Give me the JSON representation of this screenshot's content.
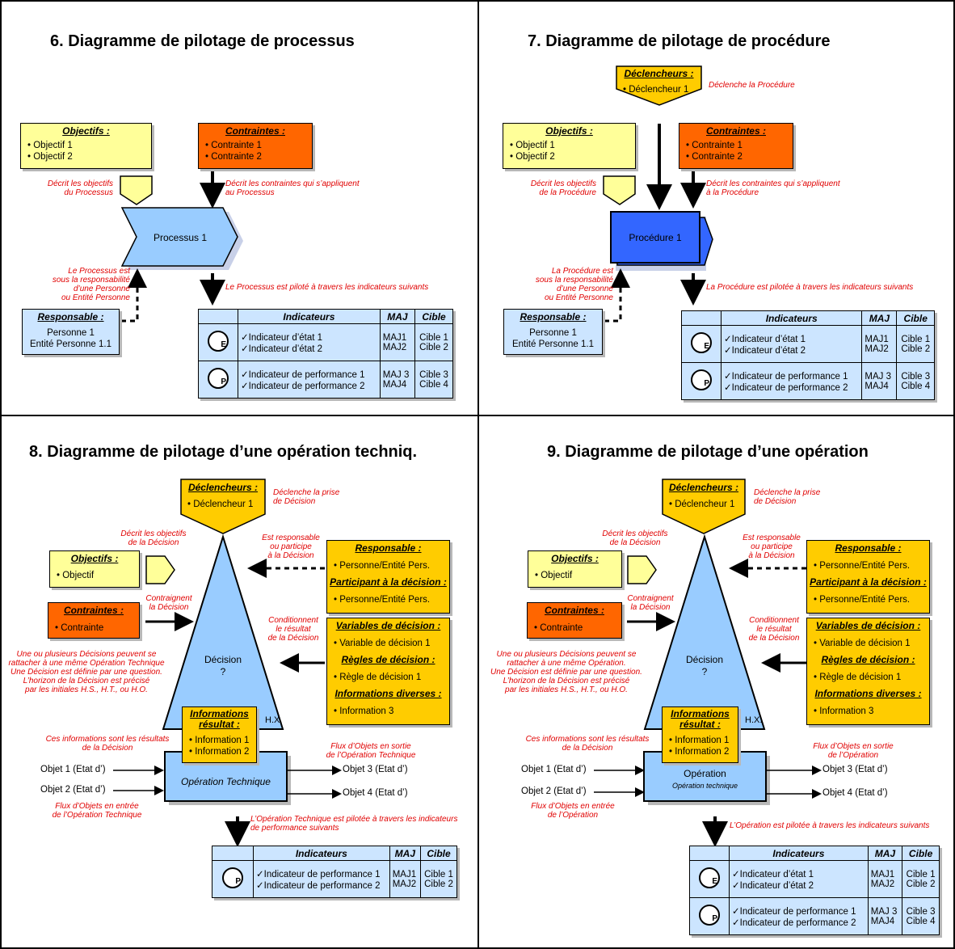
{
  "colors": {
    "yellow": "#ffff99",
    "orange": "#ff6600",
    "gold": "#ffcc00",
    "light_blue": "#cce5ff",
    "dark_blue": "#3366ff",
    "red_text": "#e00000"
  },
  "p6": {
    "title": "6. Diagramme de pilotage de processus",
    "objectifs": {
      "head": "Objectifs :",
      "items": [
        "Objectif 1",
        "Objectif 2"
      ]
    },
    "contraintes": {
      "head": "Contraintes :",
      "items": [
        "Contrainte 1",
        "Contrainte 2"
      ]
    },
    "ann_obj": "Décrit les objectifs\ndu Processus",
    "ann_con": "Décrit les contraintes qui s’appliquent\nau Processus",
    "process": "Processus 1",
    "ann_resp": "Le Processus est\nsous la responsabilité\nd’une Personne\nou Entité Personne",
    "ann_ind": "Le Processus est piloté à travers les indicateurs suivants",
    "responsable": {
      "head": "Responsable :",
      "lines": [
        "Personne 1",
        "Entité Personne 1.1"
      ]
    },
    "table": {
      "h_ind": "Indicateurs",
      "h_maj": "MAJ",
      "h_cible": "Cible",
      "etat": [
        "Indicateur d’état 1",
        "Indicateur d’état 2"
      ],
      "etat_maj": [
        "MAJ1",
        "MAJ2"
      ],
      "etat_cible": [
        "Cible 1",
        "Cible 2"
      ],
      "perf": [
        "Indicateur de performance 1",
        "Indicateur de performance 2"
      ],
      "perf_maj": [
        "MAJ 3",
        "MAJ4"
      ],
      "perf_cible": [
        "Cible 3",
        "Cible 4"
      ],
      "g_e": "E",
      "g_p": "P"
    }
  },
  "p7": {
    "title": "7. Diagramme de pilotage de procédure",
    "declencheurs": {
      "head": "Déclencheurs :",
      "items": [
        "Déclencheur 1"
      ]
    },
    "ann_decl": "Déclenche la Procédure",
    "objectifs": {
      "head": "Objectifs :",
      "items": [
        "Objectif 1",
        "Objectif 2"
      ]
    },
    "contraintes": {
      "head": "Contraintes :",
      "items": [
        "Contrainte 1",
        "Contrainte 2"
      ]
    },
    "ann_obj": "Décrit les objectifs\nde la Procédure",
    "ann_con": "Décrit les contraintes qui s’appliquent\nà la Procédure",
    "procedure": "Procédure 1",
    "ann_resp": "La Procédure est\nsous la responsabilité\nd’une Personne\nou Entité Personne",
    "ann_ind": "La Procédure est pilotée à travers les indicateurs suivants",
    "responsable": {
      "head": "Responsable :",
      "lines": [
        "Personne 1",
        "Entité Personne 1.1"
      ]
    },
    "table": {
      "h_ind": "Indicateurs",
      "h_maj": "MAJ",
      "h_cible": "Cible",
      "etat": [
        "Indicateur d’état 1",
        "Indicateur d’état 2"
      ],
      "etat_maj": [
        "MAJ1",
        "MAJ2"
      ],
      "etat_cible": [
        "Cible 1",
        "Cible 2"
      ],
      "perf": [
        "Indicateur de performance 1",
        "Indicateur de performance 2"
      ],
      "perf_maj": [
        "MAJ 3",
        "MAJ4"
      ],
      "perf_cible": [
        "Cible 3",
        "Cible 4"
      ],
      "g_e": "E",
      "g_p": "P"
    }
  },
  "p8": {
    "title": "8. Diagramme de pilotage d’une opération techniq.",
    "declencheurs": {
      "head": "Déclencheurs :",
      "items": [
        "Déclencheur 1"
      ]
    },
    "ann_decl": "Déclenche la prise\nde Décision",
    "ann_obj": "Décrit les objectifs\nde la Décision",
    "objectifs": {
      "head": "Objectifs :",
      "items": [
        "Objectif"
      ]
    },
    "contraintes": {
      "head": "Contraintes :",
      "items": [
        "Contrainte"
      ]
    },
    "ann_con": "Contraignent\nla Décision",
    "ann_resp": "Est responsable\nou participe\nà la Décision",
    "ann_cond": "Conditionnent\nle résultat\nde la Décision",
    "ann_multi": "Une ou plusieurs Décisions peuvent se\nrattacher à une même Opération Technique\nUne Décision est définie par une question.\nL’horizon de la Décision est précisé\npar les initiales H.S., H.T., ou H.O.",
    "decision": "Décision",
    "decision_q": "?",
    "hx": "H.X.",
    "responsable": {
      "head": "Responsable :",
      "item": "Personne/Entité Pers.",
      "head2": "Participant à la décision :",
      "item2": "Personne/Entité Pers."
    },
    "variables": {
      "head": "Variables de décision :",
      "item": "Variable de décision 1",
      "head2": "Règles de décision :",
      "item2": "Règle de décision 1",
      "head3": "Informations diverses :",
      "item3": "Information 3"
    },
    "info_res": {
      "head": "Informations\nrésultat :",
      "items": [
        "Information 1",
        "Information 2"
      ]
    },
    "ann_info": "Ces informations sont les résultats\nde la Décision",
    "operation": "Opération Technique",
    "in1": "Objet 1 (Etat d’)",
    "in2": "Objet 2 (Etat d’)",
    "ann_in": "Flux d’Objets en entrée\nde l’Opération Technique",
    "out1": "Objet 3 (Etat d’)",
    "out2": "Objet 4 (Etat d’)",
    "ann_out": "Flux d’Objets en sortie\nde l’Opération Technique",
    "ann_ind": "L’Opération Technique est pilotée à travers les indicateurs\nde performance suivants",
    "table": {
      "h_ind": "Indicateurs",
      "h_maj": "MAJ",
      "h_cible": "Cible",
      "perf": [
        "Indicateur de performance 1",
        "Indicateur de performance 2"
      ],
      "perf_maj": [
        "MAJ1",
        "MAJ2"
      ],
      "perf_cible": [
        "Cible 1",
        "Cible 2"
      ],
      "g_p": "P"
    }
  },
  "p9": {
    "title": "9. Diagramme de pilotage d’une opération",
    "declencheurs": {
      "head": "Déclencheurs :",
      "items": [
        "Déclencheur 1"
      ]
    },
    "ann_decl": "Déclenche la prise\nde Décision",
    "ann_obj": "Décrit les objectifs\nde la Décision",
    "objectifs": {
      "head": "Objectifs :",
      "items": [
        "Objectif"
      ]
    },
    "contraintes": {
      "head": "Contraintes :",
      "items": [
        "Contrainte"
      ]
    },
    "ann_con": "Contraignent\nla Décision",
    "ann_resp": "Est responsable\nou participe\nà la Décision",
    "ann_cond": "Conditionnent\nle résultat\nde la Décision",
    "ann_multi": "Une ou plusieurs Décisions peuvent se\nrattacher à une même Opération.\nUne Décision est définie par une question.\nL’horizon de la Décision est précisé\npar les initiales H.S., H.T., ou H.O.",
    "decision": "Décision",
    "decision_q": "?",
    "hx": "H.X.",
    "responsable": {
      "head": "Responsable :",
      "item": "Personne/Entité Pers.",
      "head2": "Participant à la décision :",
      "item2": "Personne/Entité Pers."
    },
    "variables": {
      "head": "Variables de décision :",
      "item": "Variable de décision 1",
      "head2": "Règles de décision :",
      "item2": "Règle de décision 1",
      "head3": "Informations diverses :",
      "item3": "Information 3"
    },
    "info_res": {
      "head": "Informations\nrésultat :",
      "items": [
        "Information 1",
        "Information 2"
      ]
    },
    "ann_info": "Ces informations sont les résultats\nde la Décision",
    "operation": "Opération",
    "operation_sub": "Opération technique",
    "in1": "Objet 1 (Etat d’)",
    "in2": "Objet 2 (Etat d’)",
    "ann_in": "Flux d’Objets en entrée\nde l’Opération",
    "out1": "Objet 3 (Etat d’)",
    "out2": "Objet 4 (Etat d’)",
    "ann_out": "Flux d’Objets en sortie\nde l’Opération",
    "ann_ind": "L’Opération est pilotée à travers les indicateurs suivants",
    "table": {
      "h_ind": "Indicateurs",
      "h_maj": "MAJ",
      "h_cible": "Cible",
      "etat": [
        "Indicateur d’état 1",
        "Indicateur d’état 2"
      ],
      "etat_maj": [
        "MAJ1",
        "MAJ2"
      ],
      "etat_cible": [
        "Cible 1",
        "Cible 2"
      ],
      "perf": [
        "Indicateur de performance 1",
        "Indicateur de performance 2"
      ],
      "perf_maj": [
        "MAJ 3",
        "MAJ4"
      ],
      "perf_cible": [
        "Cible 3",
        "Cible 4"
      ],
      "g_e": "E",
      "g_p": "P"
    }
  }
}
